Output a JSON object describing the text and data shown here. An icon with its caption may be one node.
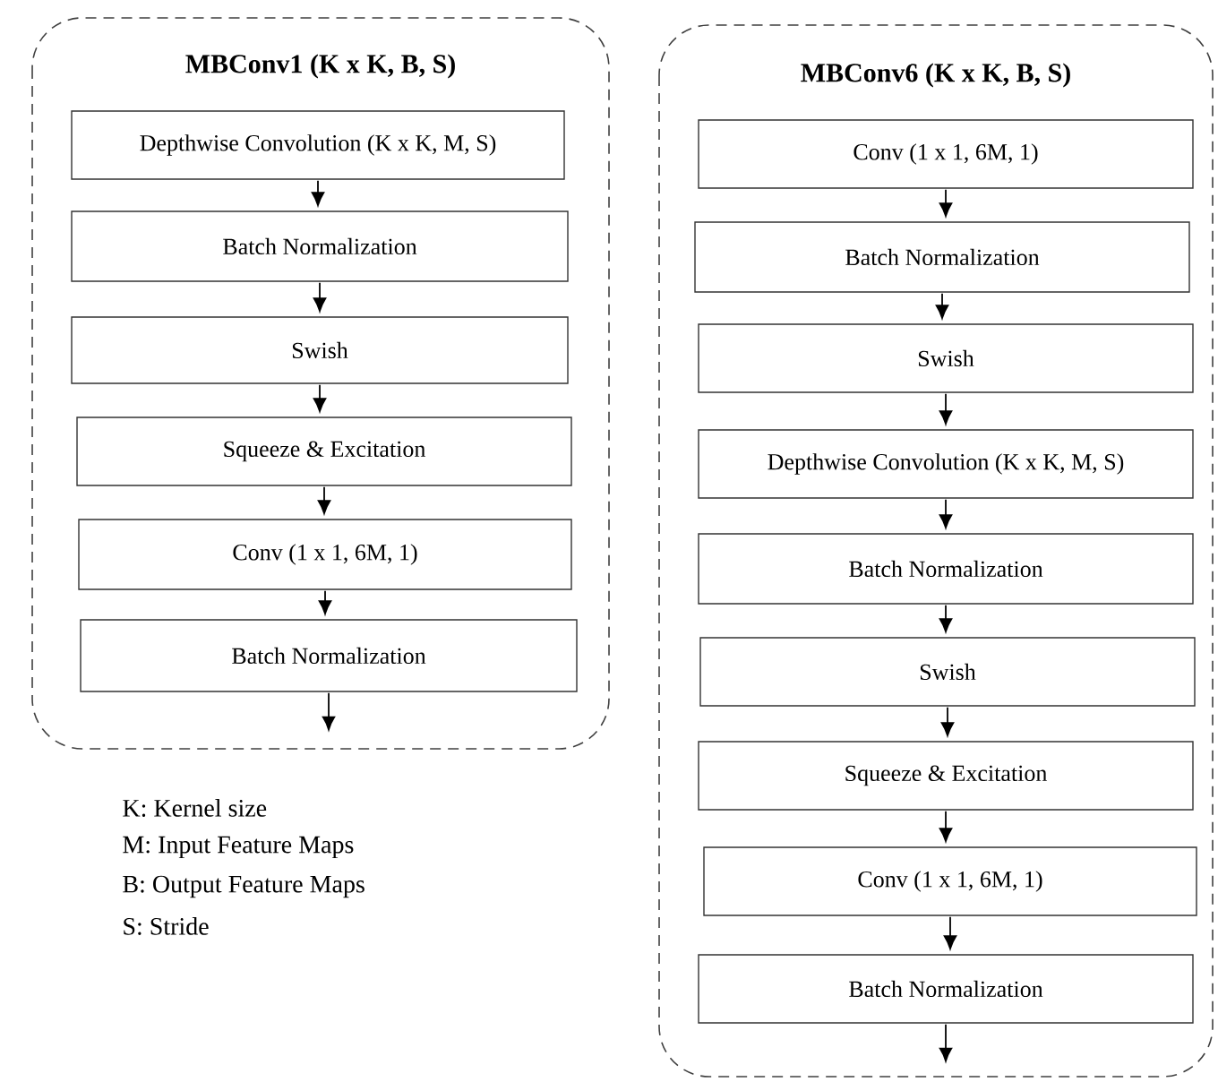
{
  "diagram": {
    "nodes": [
      {
        "text": [
          "MBConv1 (K x K, B, S)"
        ]
      },
      {
        "text": [
          "Depthwise Convolution (K x K, M, S)"
        ],
        "in": 0
      },
      {
        "text": [
          "Batch Normalization"
        ],
        "in": 0
      },
      {
        "text": [
          "Swish"
        ],
        "in": 0
      },
      {
        "text": [
          "Squeeze & Excitation"
        ],
        "in": 0
      },
      {
        "text": [
          "Conv (1 x 1, 6M, 1)"
        ],
        "in": 0
      },
      {
        "text": [
          "Batch Normalization"
        ],
        "in": 0
      },
      {
        "text": [
          "MBConv6 (K x K, B, S)"
        ]
      },
      {
        "text": [
          "Conv (1 x 1, 6M, 1)"
        ],
        "in": 7
      },
      {
        "text": [
          "Batch Normalization"
        ],
        "in": 7
      },
      {
        "text": [
          "Swish"
        ],
        "in": 7
      },
      {
        "text": [
          "Depthwise Convolution (K x K, M, S)"
        ],
        "in": 7
      },
      {
        "text": [
          "Batch Normalization"
        ],
        "in": 7
      },
      {
        "text": [
          "Swish"
        ],
        "in": 7
      },
      {
        "text": [
          "Squeeze & Excitation"
        ],
        "in": 7
      },
      {
        "text": [
          "Conv (1 x 1, 6M, 1)"
        ],
        "in": 7
      },
      {
        "text": [
          "Batch Normalization"
        ],
        "in": 7
      }
    ],
    "edges": [
      {
        "from": 1,
        "to": 2,
        "arrow": "to"
      },
      {
        "from": 2,
        "to": 3,
        "arrow": "to"
      },
      {
        "from": 3,
        "to": 4,
        "arrow": "to"
      },
      {
        "from": 4,
        "to": 5,
        "arrow": "to"
      },
      {
        "from": 5,
        "to": 6,
        "arrow": "to"
      },
      {
        "from": 6,
        "to": null,
        "arrow": "to"
      },
      {
        "from": 8,
        "to": 9,
        "arrow": "to"
      },
      {
        "from": 9,
        "to": 10,
        "arrow": "to"
      },
      {
        "from": 10,
        "to": 11,
        "arrow": "to"
      },
      {
        "from": 11,
        "to": 12,
        "arrow": "to"
      },
      {
        "from": 12,
        "to": 13,
        "arrow": "to"
      },
      {
        "from": 13,
        "to": 14,
        "arrow": "to"
      },
      {
        "from": 14,
        "to": 15,
        "arrow": "to"
      },
      {
        "from": 15,
        "to": 16,
        "arrow": "to"
      },
      {
        "from": 16,
        "to": null,
        "arrow": "to"
      }
    ],
    "labels": [
      "K: Kernel size",
      "M: Input Feature Maps",
      "B: Output Feature Maps",
      "S: Stride"
    ]
  }
}
